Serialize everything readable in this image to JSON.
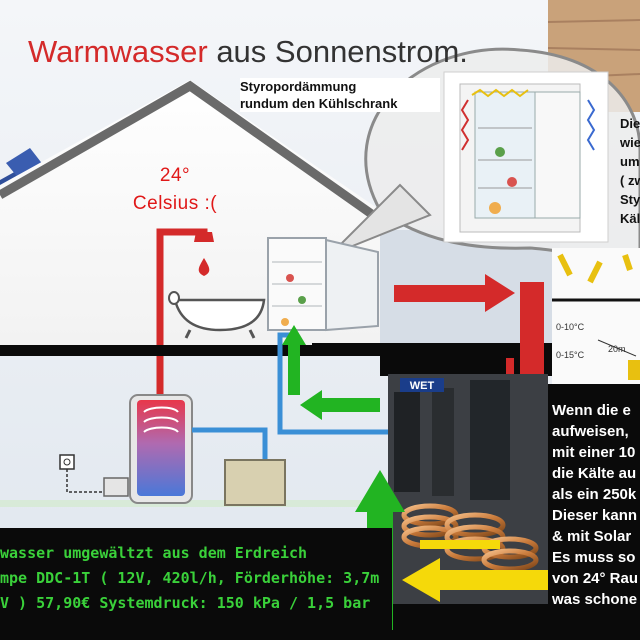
{
  "title": {
    "part1": "Warmwasser",
    "part2": " aus Sonnenstrom."
  },
  "note": {
    "line1": "Styropordämmung",
    "line2": "rundum den Kühlschrank"
  },
  "temperature": {
    "value": "24°",
    "label": "Celsius  :("
  },
  "side_note_top": [
    "Die",
    "wie",
    "um",
    "( zw",
    "Sty",
    "Kält"
  ],
  "pump_text": [
    "wasser umgewältzt aus dem Erdreich",
    "mpe DDC-1T ( 12V, 420l/h, Förderhöhe: 3,7m",
    "V ) 57,90€ Systemdruck: 150 kPa / 1,5 bar"
  ],
  "right_text": [
    "Wenn die e",
    "aufweisen,",
    "mit einer 10",
    "die Kälte au",
    "als ein 250k",
    "Dieser kann",
    "& mit Solar",
    "Es muss so",
    "von 24° Rau",
    "was schone"
  ],
  "chart_fragment": {
    "label1": "0-10°C",
    "label2": "0-15°C",
    "label3": "20m"
  },
  "logo": "WET",
  "colors": {
    "red": "#d42a2a",
    "green": "#22b422",
    "blue": "#3a8fd6",
    "yellow": "#f5d90a"
  }
}
